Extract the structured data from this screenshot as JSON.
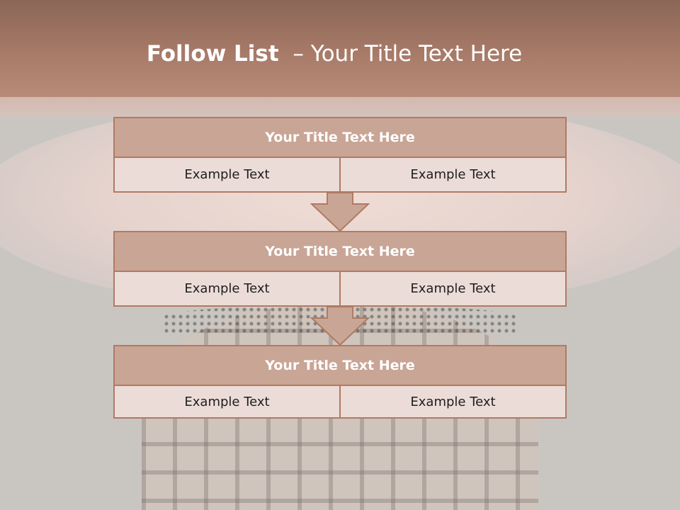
{
  "slide": {
    "title_bold": "Follow List",
    "title_rest": "  – Your Title Text Here",
    "colors": {
      "header": "#a87a68",
      "box_title": "#c9a595",
      "box_cell": "#ecdcd7",
      "border": "#b07a64"
    }
  },
  "steps": [
    {
      "title": "Your Title Text Here",
      "left": "Example Text",
      "right": "Example Text"
    },
    {
      "title": "Your Title Text Here",
      "left": "Example Text",
      "right": "Example Text"
    },
    {
      "title": "Your Title Text Here",
      "left": "Example Text",
      "right": "Example Text"
    }
  ],
  "icons": {
    "connector": "down-arrow-icon"
  }
}
